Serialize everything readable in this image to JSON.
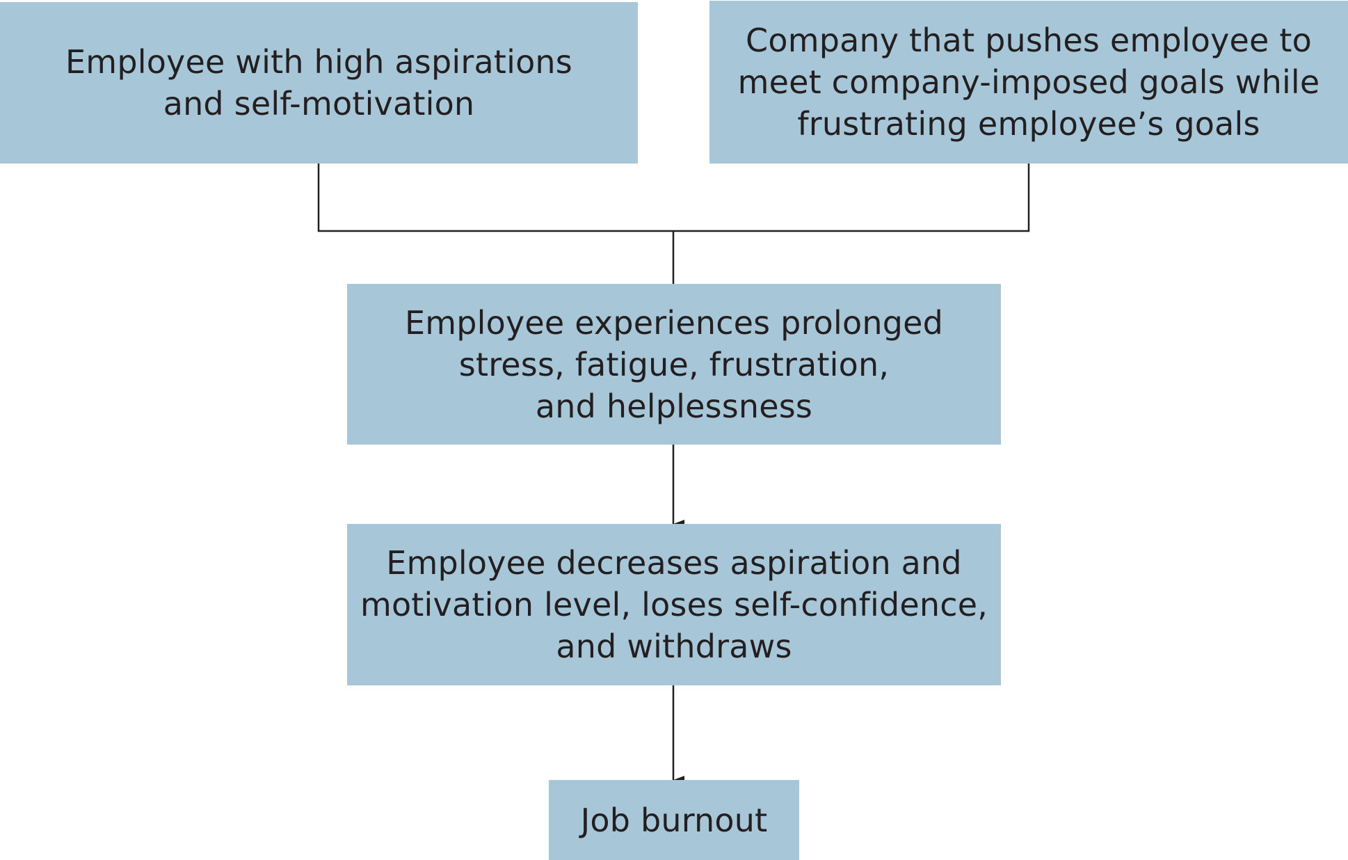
{
  "diagram": {
    "nodes": {
      "employee_aspirations": "Employee with high aspirations\nand self-motivation",
      "company_pressure": "Company that pushes employee to\nmeet company-imposed goals while\nfrustrating employee’s goals",
      "prolonged_stress": "Employee experiences prolonged\nstress, fatigue, frustration,\nand helplessness",
      "decreased_motivation": "Employee decreases aspiration and\nmotivation level, loses self-confidence,\nand withdraws",
      "job_burnout": "Job burnout"
    },
    "edges": [
      {
        "from": "employee_aspirations",
        "to": "prolonged_stress",
        "type": "merge"
      },
      {
        "from": "company_pressure",
        "to": "prolonged_stress",
        "type": "merge"
      },
      {
        "from": "prolonged_stress",
        "to": "decreased_motivation",
        "type": "arrow"
      },
      {
        "from": "decreased_motivation",
        "to": "job_burnout",
        "type": "arrow"
      }
    ],
    "colors": {
      "box_fill": "#a7c6d8",
      "line": "#231f20",
      "text": "#231f20"
    }
  }
}
